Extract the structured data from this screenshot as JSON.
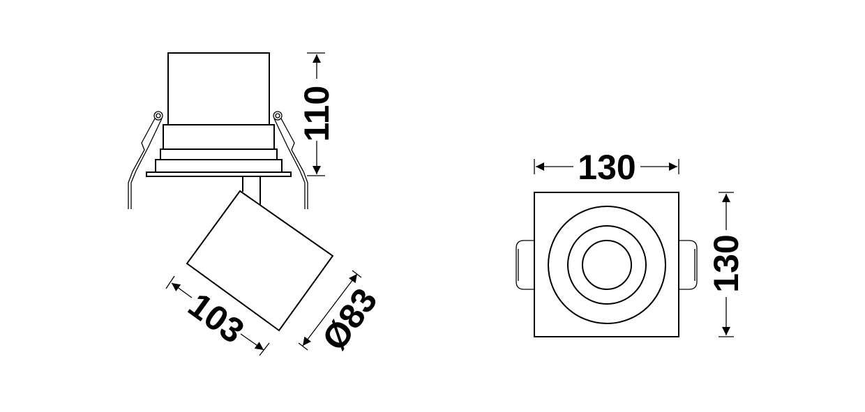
{
  "drawing": {
    "side_view": {
      "height_dimension": "110",
      "length_dimension": "103",
      "diameter_dimension": "Ø83"
    },
    "top_view": {
      "width_dimension": "130",
      "height_dimension": "130"
    }
  }
}
